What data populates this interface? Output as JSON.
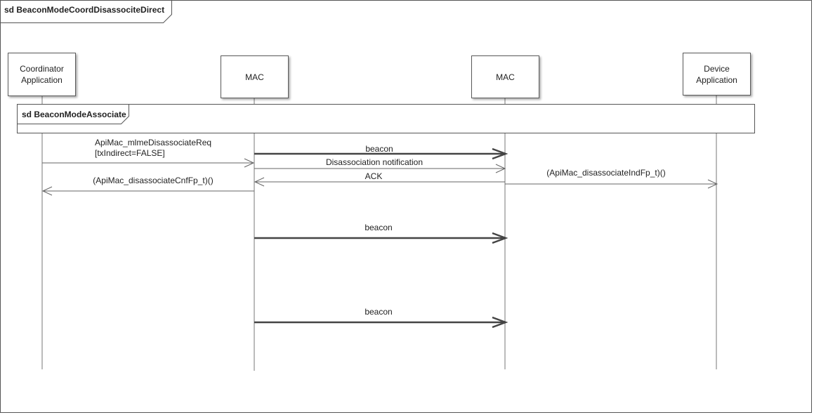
{
  "diagram": {
    "frame_title": "sd BeaconModeCoordDisassociteDirect",
    "fragment_title": "sd BeaconModeAssociate",
    "lifelines": [
      {
        "id": "coord-app",
        "line1": "Coordinator",
        "line2": "Application"
      },
      {
        "id": "mac-1",
        "line1": "MAC",
        "line2": ""
      },
      {
        "id": "mac-2",
        "line1": "MAC",
        "line2": ""
      },
      {
        "id": "device-app",
        "line1": "Device",
        "line2": "Application"
      }
    ],
    "messages": [
      {
        "id": "disassociate-req",
        "line1": "ApiMac_mlmeDisassociateReq",
        "line2": "[txIndirect=FALSE]",
        "from": "coord-app",
        "to": "mac-1",
        "style": "async"
      },
      {
        "id": "beacon-1",
        "label": "beacon",
        "from": "mac-1",
        "to": "mac-2",
        "style": "bold"
      },
      {
        "id": "disassociation-notification",
        "label": "Disassociation notification",
        "from": "mac-1",
        "to": "mac-2",
        "style": "async"
      },
      {
        "id": "ack",
        "label": "ACK",
        "from": "mac-2",
        "to": "mac-1",
        "style": "async"
      },
      {
        "id": "disassociate-ind",
        "label": "(ApiMac_disassociateIndFp_t)()",
        "from": "mac-2",
        "to": "device-app",
        "style": "async"
      },
      {
        "id": "disassociate-cnf",
        "label": "(ApiMac_disassociateCnfFp_t)()",
        "from": "mac-1",
        "to": "coord-app",
        "style": "async"
      },
      {
        "id": "beacon-2",
        "label": "beacon",
        "from": "mac-1",
        "to": "mac-2",
        "style": "bold"
      },
      {
        "id": "beacon-3",
        "label": "beacon",
        "from": "mac-1",
        "to": "mac-2",
        "style": "bold"
      }
    ]
  }
}
